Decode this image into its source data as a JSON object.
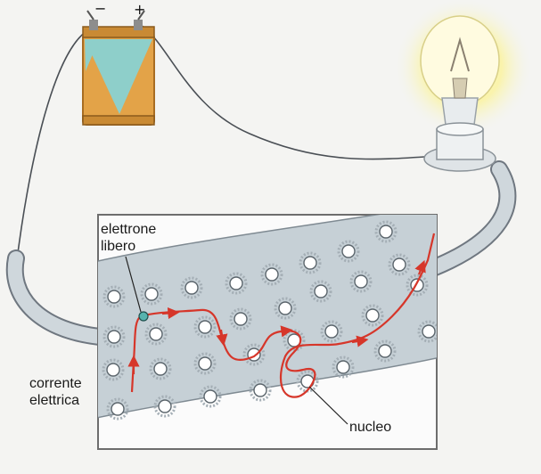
{
  "battery": {
    "minus_sign": "−",
    "plus_sign": "+"
  },
  "labels": {
    "free_electron_line1": "elettrone",
    "free_electron_line2": "libero",
    "current_line1": "corrente",
    "current_line2": "elettrica",
    "nucleus": "nucleo"
  },
  "colors": {
    "background": "#f4f4f2",
    "wire": "#c9d2d8",
    "wire_outline": "#6f7780",
    "battery_orange": "#e3a348",
    "battery_teal": "#8ecfca",
    "bulb_glow": "#fdf6a8",
    "current_arrow": "#d6362a",
    "electron": "#56b3ae"
  },
  "icons": [
    "battery-icon",
    "light-bulb-icon",
    "nucleus-icon",
    "electron-icon"
  ]
}
